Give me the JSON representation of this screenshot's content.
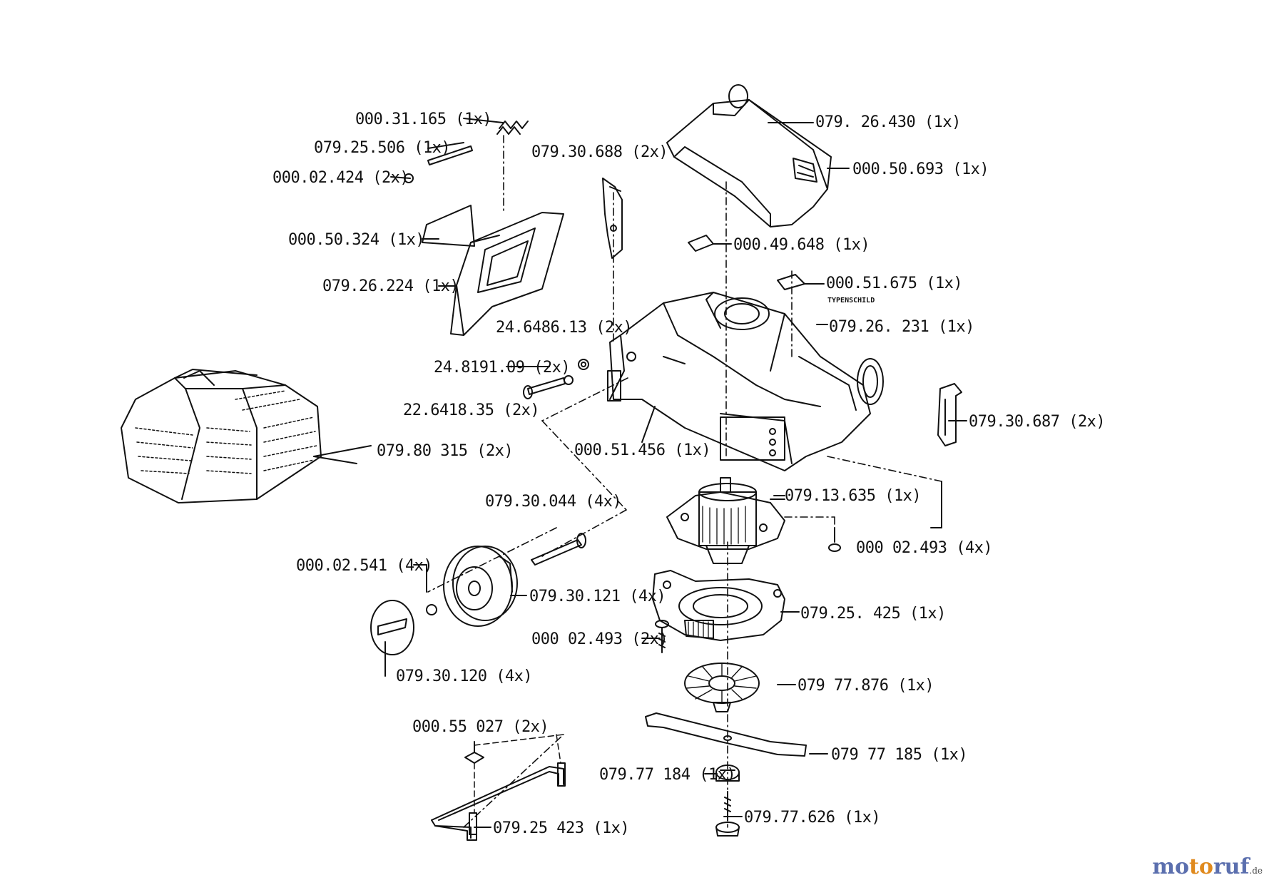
{
  "labels": {
    "p_000_31_165": "000.31.165 (1x)",
    "p_079_25_506": "079.25.506 (1x)",
    "p_000_02_424": "000.02.424 (2x)",
    "p_079_30_688": "079.30.688 (2x)",
    "p_079_26_430": "079. 26.430 (1x)",
    "p_000_50_693": "000.50.693 (1x)",
    "p_000_50_324": "000.50.324 (1x)",
    "p_079_26_224": "079.26.224 (1x)",
    "p_000_49_648": "000.49.648 (1x)",
    "p_000_51_675": "000.51.675 (1x)",
    "typenschild": "TYPENSCHILD",
    "p_079_26_231": "079.26. 231 (1x)",
    "p_24_6486_13": "24.6486.13 (2x)",
    "p_24_8191_09": "24.8191.09 (2x)",
    "p_22_6418_35": "22.6418.35 (2x)",
    "p_079_30_687": "079.30.687 (2x)",
    "p_079_80_315": "079.80 315 (2x)",
    "p_000_51_456": "000.51.456 (1x)",
    "p_079_13_635": "079.13.635 (1x)",
    "p_079_30_044": "079.30.044 (4x)",
    "p_000_02_493a": "000 02.493 (4x)",
    "p_000_02_541": "000.02.541 (4x)",
    "p_079_30_121": "079.30.121 (4x)",
    "p_079_25_425": "079.25. 425 (1x)",
    "p_000_02_493b": "000 02.493 (2x)",
    "p_079_30_120": "079.30.120 (4x)",
    "p_079_77_876": "079 77.876 (1x)",
    "p_000_55_027": "000.55 027 (2x)",
    "p_079_77_185": "079 77 185 (1x)",
    "p_079_77_184": "079.77 184 (1x)",
    "p_079_77_626": "079.77.626 (1x)",
    "p_079_25_423": "079.25 423 (1x)"
  },
  "watermark": {
    "part1": "mo",
    "part2": "to",
    "part3": "ruf",
    "tld": ".de"
  }
}
